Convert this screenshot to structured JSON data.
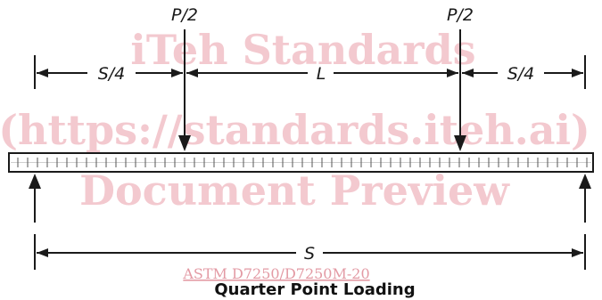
{
  "watermark": {
    "line1": "iTeh Standards",
    "line2": "(https://standards.iteh.ai)",
    "line3": "Document Preview",
    "ref": "ASTM D7250/D7250M-20"
  },
  "diagram": {
    "load_left": "P/2",
    "load_right": "P/2",
    "dim_left": "S/4",
    "dim_center": "L",
    "dim_right": "S/4",
    "dim_span": "S",
    "caption": "Quarter Point Loading"
  },
  "colors": {
    "line": "#1a1a1a",
    "watermark": "#f3c9cf",
    "watermark_ref": "#e39aa4"
  }
}
